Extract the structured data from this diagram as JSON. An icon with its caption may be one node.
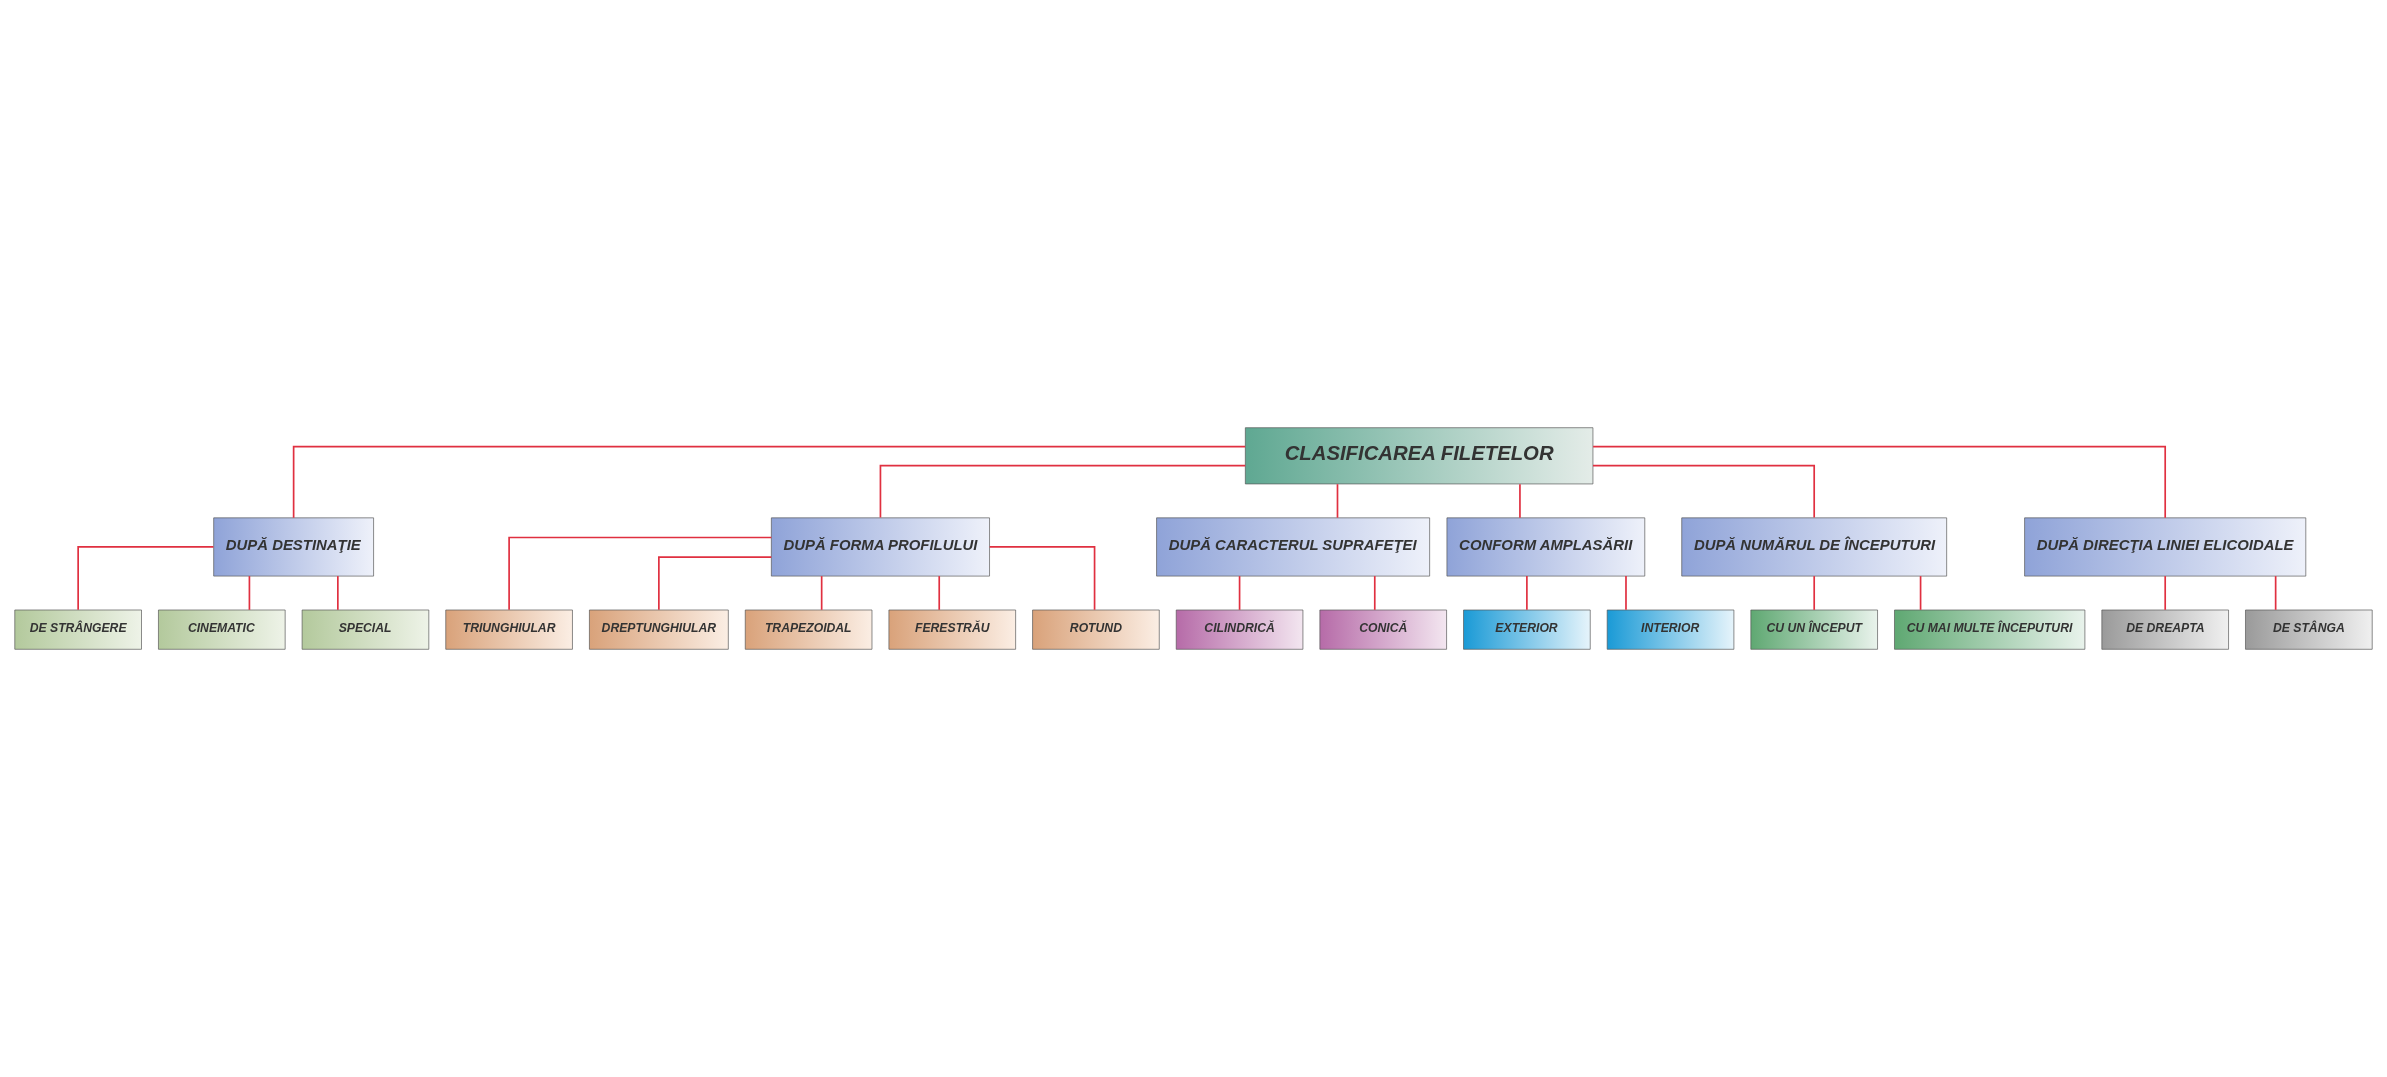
{
  "diagram": {
    "nodes": [
      {
        "text": [
          "CLASIFICAREA FILETELOR"
        ]
      },
      {
        "text": [
          "DUPĂ DESTINAŢIE"
        ]
      },
      {
        "text": [
          "DUPĂ FORMA PROFILULUI"
        ]
      },
      {
        "text": [
          "DUPĂ CARACTERUL SUPRAFEŢEI"
        ]
      },
      {
        "text": [
          "CONFORM AMPLASĂRII"
        ]
      },
      {
        "text": [
          "DUPĂ NUMĂRUL DE ÎNCEPUTURI"
        ]
      },
      {
        "text": [
          "DUPĂ DIRECŢIA LINIEI ELICOIDALE"
        ]
      },
      {
        "text": [
          "DE STRÂNGERE"
        ]
      },
      {
        "text": [
          "CINEMATIC"
        ]
      },
      {
        "text": [
          "SPECIAL"
        ]
      },
      {
        "text": [
          "TRIUNGHIULAR"
        ]
      },
      {
        "text": [
          "DREPTUNGHIULAR"
        ]
      },
      {
        "text": [
          "TRAPEZOIDAL"
        ]
      },
      {
        "text": [
          "FERESTRĂU"
        ]
      },
      {
        "text": [
          "ROTUND"
        ]
      },
      {
        "text": [
          "CILINDRICĂ"
        ]
      },
      {
        "text": [
          "CONICĂ"
        ]
      },
      {
        "text": [
          "EXTERIOR"
        ]
      },
      {
        "text": [
          "INTERIOR"
        ]
      },
      {
        "text": [
          "CU UN ÎNCEPUT"
        ]
      },
      {
        "text": [
          "CU MAI MULTE ÎNCEPUTURI"
        ]
      },
      {
        "text": [
          "DE DREAPTA"
        ]
      },
      {
        "text": [
          "DE STÂNGA"
        ]
      }
    ],
    "edges": [
      {
        "from": 0,
        "to": 1,
        "arrow": "none"
      },
      {
        "from": 0,
        "to": 2,
        "arrow": "none"
      },
      {
        "from": 0,
        "to": 3,
        "arrow": "none"
      },
      {
        "from": 0,
        "to": 4,
        "arrow": "none"
      },
      {
        "from": 0,
        "to": 5,
        "arrow": "none"
      },
      {
        "from": 0,
        "to": 6,
        "arrow": "none"
      },
      {
        "from": 1,
        "to": 7,
        "arrow": "none"
      },
      {
        "from": 1,
        "to": 8,
        "arrow": "none"
      },
      {
        "from": 1,
        "to": 9,
        "arrow": "none"
      },
      {
        "from": 2,
        "to": 10,
        "arrow": "none"
      },
      {
        "from": 2,
        "to": 11,
        "arrow": "none"
      },
      {
        "from": 2,
        "to": 12,
        "arrow": "none"
      },
      {
        "from": 2,
        "to": 13,
        "arrow": "none"
      },
      {
        "from": 2,
        "to": 14,
        "arrow": "none"
      },
      {
        "from": 3,
        "to": 15,
        "arrow": "none"
      },
      {
        "from": 3,
        "to": 16,
        "arrow": "none"
      },
      {
        "from": 4,
        "to": 17,
        "arrow": "none"
      },
      {
        "from": 4,
        "to": 18,
        "arrow": "none"
      },
      {
        "from": 5,
        "to": 19,
        "arrow": "none"
      },
      {
        "from": 5,
        "to": 20,
        "arrow": "none"
      },
      {
        "from": 6,
        "to": 21,
        "arrow": "none"
      },
      {
        "from": 6,
        "to": 22,
        "arrow": "none"
      }
    ]
  }
}
